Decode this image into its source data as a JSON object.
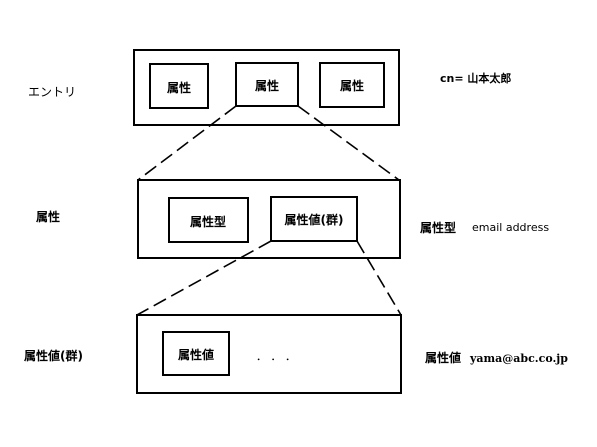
{
  "levels": {
    "entry": {
      "label": "エントリ",
      "attributes": [
        "属性",
        "属性",
        "属性"
      ],
      "example": "cn= 山本太郎"
    },
    "attribute": {
      "label": "属性",
      "type_box": "属性型",
      "value_box": "属性値(群)",
      "example_type": "属性型",
      "example_name": "email address"
    },
    "value": {
      "label": "属性値(群)",
      "value_box": "属性値",
      "ellipsis": "． ． ．",
      "example_type": "属性値",
      "example_value": "yama@abc.co.jp"
    }
  }
}
